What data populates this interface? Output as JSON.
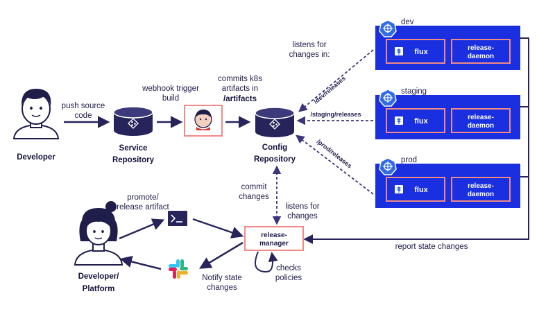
{
  "colors": {
    "navy": "#26245a",
    "blue": "#1a2fe0",
    "salmon": "#f08a86",
    "dashed": "#3b3679",
    "skin": "#ffffff"
  },
  "actors": {
    "developer": "Developer",
    "platform_line1": "Developer/",
    "platform_line2": "Platform"
  },
  "repos": {
    "service_line1": "Service",
    "service_line2": "Repository",
    "config_line1": "Config",
    "config_line2": "Repository",
    "git_icon": "git-branch-icon"
  },
  "labels": {
    "push_line1": "push source",
    "push_line2": "code",
    "webhook_line1": "webhook trigger",
    "webhook_line2": "build",
    "commits_line1": "commits k8s",
    "commits_line2": "artifacts in",
    "commits_line3": "/artifacts",
    "listens_line1": "listens for",
    "listens_line2": "changes in:",
    "commit_changes_line1": "commit",
    "commit_changes_line2": "changes",
    "listens2_line1": "listens for",
    "listens2_line2": "changes",
    "promote_line1": "promote/",
    "promote_line2": "release artifact",
    "notify_line1": "Notify state",
    "notify_line2": "changes",
    "checks_line1": "checks",
    "checks_line2": "policies",
    "report": "report state changes",
    "path_dev": "/dev/releases",
    "path_staging": "/staging/releases",
    "path_prod": "/prod/releases"
  },
  "release_manager": {
    "line1": "release-",
    "line2": "manager"
  },
  "clusters": [
    {
      "name": "dev",
      "flux": "flux",
      "daemon_line1": "release-",
      "daemon_line2": "daemon"
    },
    {
      "name": "staging",
      "flux": "flux",
      "daemon_line1": "release-",
      "daemon_line2": "daemon"
    },
    {
      "name": "prod",
      "flux": "flux",
      "daemon_line1": "release-",
      "daemon_line2": "daemon"
    }
  ],
  "icons": {
    "jenkins": "jenkins-icon",
    "terminal": "terminal-icon",
    "slack": "slack-icon",
    "kubernetes": "kubernetes-icon",
    "flux": "flux-icon"
  }
}
